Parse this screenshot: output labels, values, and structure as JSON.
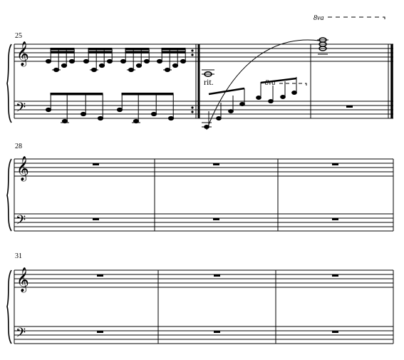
{
  "score": {
    "systems": [
      {
        "start_measure": "25",
        "measures": 3
      },
      {
        "start_measure": "28",
        "measures": 3
      },
      {
        "start_measure": "31",
        "measures": 3
      }
    ],
    "markings": {
      "ritardando": "rit.",
      "ottava_top": "8va",
      "ottava_bass": "8va"
    },
    "clefs": {
      "treble": "𝄞",
      "bass": "𝄢"
    },
    "colors": {
      "ink": "#000000",
      "paper": "#ffffff"
    }
  }
}
